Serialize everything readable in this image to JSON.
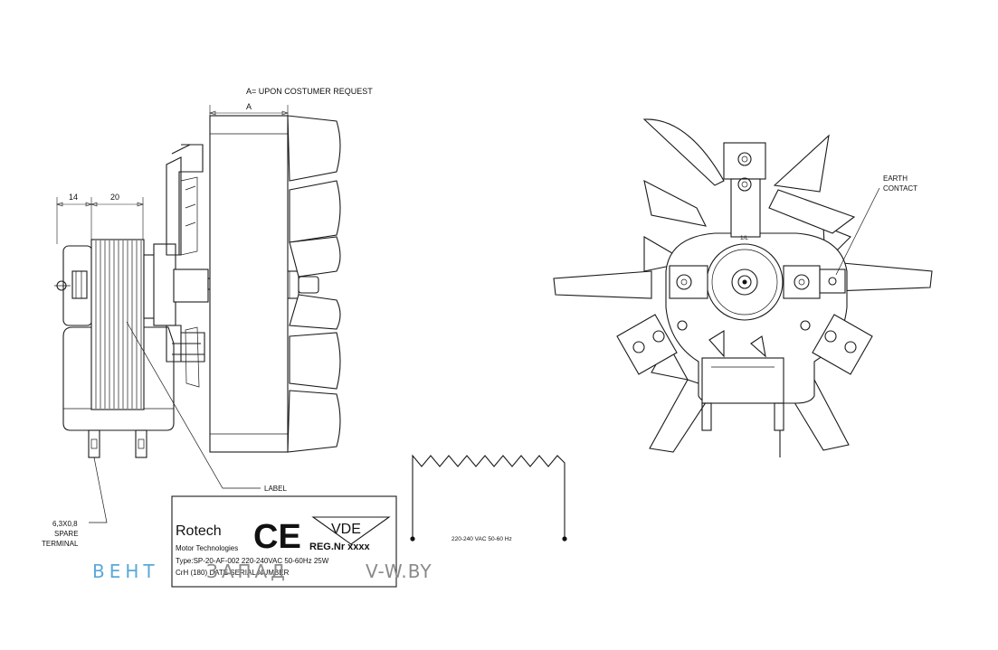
{
  "annotations": {
    "request_note": "A= UPON COSTUMER REQUEST",
    "dim_a": "A",
    "dim_14": "14",
    "dim_20": "20",
    "label_pointer": "LABEL",
    "terminal_line1": "6,3X0,8",
    "terminal_line2": "SPARE",
    "terminal_line3": "TERMINAL",
    "earth_line1": "EARTH",
    "earth_line2": "CONTACT",
    "voltage": "220-240 VAC 50-60 Hz",
    "phase_mark": "1/L"
  },
  "label": {
    "brand": "Rotech",
    "subtitle": "Motor Technologies",
    "ce_mark": "CE",
    "vde_mark": "VDE",
    "reg": "REG.Nr xxxx",
    "type_line": "Type:SP-20-AF-002 220-240VAC 50-60Hz 25W",
    "date_line": "CrH (180) DATE SERIAL NUMBER"
  },
  "watermark": {
    "left": "ВЕНТ",
    "middle": "ЗАПАД",
    "right": "V-W.BY",
    "color_left": "#5aa9d8",
    "color_middle": "#8a8a8a",
    "color_right": "#8a8a8a"
  }
}
